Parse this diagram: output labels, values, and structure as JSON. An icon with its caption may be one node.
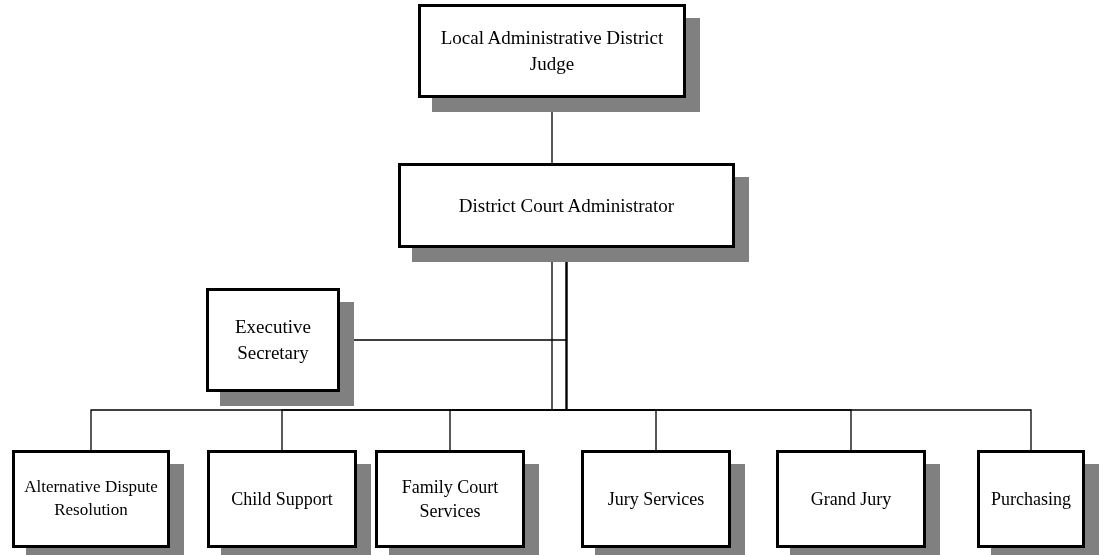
{
  "diagram": {
    "nodes": [
      {
        "text": [
          "Local Administrative District Judge"
        ]
      },
      {
        "text": [
          "District Court Administrator"
        ]
      },
      {
        "text": [
          "Executive Secretary"
        ]
      },
      {
        "text": [
          "Alternative Dispute Resolution"
        ]
      },
      {
        "text": [
          "Child Support"
        ]
      },
      {
        "text": [
          "Family Court Services"
        ]
      },
      {
        "text": [
          "Jury Services"
        ]
      },
      {
        "text": [
          "Grand Jury"
        ]
      },
      {
        "text": [
          "Purchasing"
        ]
      }
    ],
    "edges": [
      {
        "from": 0,
        "to": 1,
        "arrow": "none"
      },
      {
        "from": 1,
        "to": 2,
        "arrow": "none"
      },
      {
        "from": 1,
        "to": 3,
        "arrow": "none"
      },
      {
        "from": 1,
        "to": 4,
        "arrow": "none"
      },
      {
        "from": 1,
        "to": 5,
        "arrow": "none"
      },
      {
        "from": 1,
        "to": 6,
        "arrow": "none"
      },
      {
        "from": 1,
        "to": 7,
        "arrow": "none"
      },
      {
        "from": 1,
        "to": 8,
        "arrow": "none"
      }
    ]
  }
}
